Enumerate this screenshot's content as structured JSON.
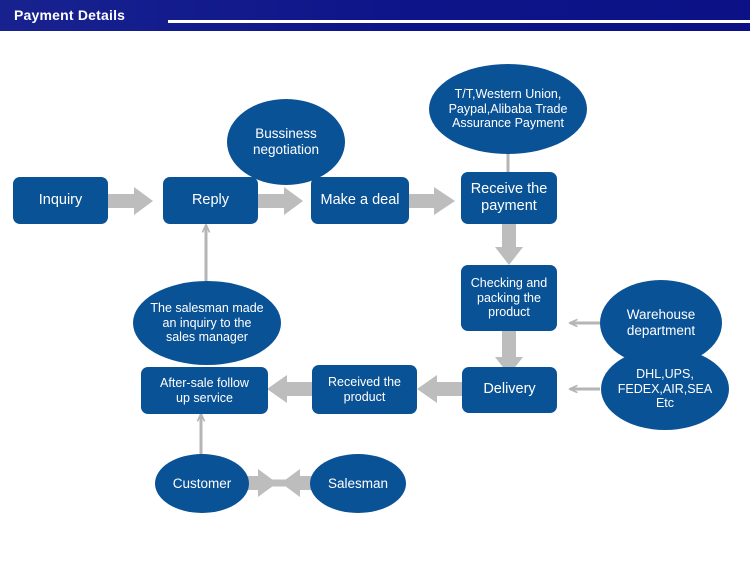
{
  "header": {
    "title": "Payment Details",
    "bar_color": "#0f1c8f",
    "rule_color": "#ffffff"
  },
  "theme": {
    "node_fill": "#0a5296",
    "node_text": "#ffffff",
    "arrow_color": "#bdbdbd",
    "thin_arrow_color": "#b5b5b5",
    "canvas_background": "#ffffff"
  },
  "diagram": {
    "type": "flowchart",
    "title": "Payment Details",
    "nodes": [
      {
        "id": "bussiness-negotiation",
        "shape": "ellipse",
        "label": "Bussiness\nnegotiation"
      },
      {
        "id": "payment-methods",
        "shape": "ellipse",
        "label": "T/T,Western Union,\nPaypal,Alibaba Trade\nAssurance Payment"
      },
      {
        "id": "inquiry",
        "shape": "box",
        "label": "Inquiry"
      },
      {
        "id": "reply",
        "shape": "box",
        "label": "Reply"
      },
      {
        "id": "make-a-deal",
        "shape": "box",
        "label": "Make a deal"
      },
      {
        "id": "receive-the-payment",
        "shape": "box",
        "label": "Receive the\npayment"
      },
      {
        "id": "salesman-inquiry",
        "shape": "ellipse",
        "label": "The salesman made\nan inquiry to the\nsales manager"
      },
      {
        "id": "checking-and-packing",
        "shape": "box",
        "label": "Checking and\npacking the\nproduct"
      },
      {
        "id": "warehouse-department",
        "shape": "ellipse",
        "label": "Warehouse\ndepartment"
      },
      {
        "id": "after-sale-service",
        "shape": "box",
        "label": "After-sale follow\nup service"
      },
      {
        "id": "received-the-product",
        "shape": "box",
        "label": "Received the\nproduct"
      },
      {
        "id": "delivery",
        "shape": "box",
        "label": "Delivery"
      },
      {
        "id": "shipping-methods",
        "shape": "ellipse",
        "label": "DHL,UPS,\nFEDEX,AIR,SEA\nEtc"
      },
      {
        "id": "customer",
        "shape": "ellipse",
        "label": "Customer"
      },
      {
        "id": "salesman",
        "shape": "ellipse",
        "label": "Salesman"
      }
    ],
    "edges": [
      {
        "from": "inquiry",
        "to": "reply",
        "style": "block",
        "direction": "right"
      },
      {
        "from": "reply",
        "to": "make-a-deal",
        "style": "block",
        "direction": "right"
      },
      {
        "from": "make-a-deal",
        "to": "receive-the-payment",
        "style": "block",
        "direction": "right"
      },
      {
        "from": "bussiness-negotiation",
        "to": "make-a-deal",
        "style": "thin",
        "direction": "down"
      },
      {
        "from": "payment-methods",
        "to": "receive-the-payment",
        "style": "thin",
        "direction": "down"
      },
      {
        "from": "salesman-inquiry",
        "to": "reply",
        "style": "thin",
        "direction": "up"
      },
      {
        "from": "receive-the-payment",
        "to": "checking-and-packing",
        "style": "block",
        "direction": "down"
      },
      {
        "from": "warehouse-department",
        "to": "checking-and-packing",
        "style": "thin",
        "direction": "left"
      },
      {
        "from": "checking-and-packing",
        "to": "delivery",
        "style": "block",
        "direction": "down"
      },
      {
        "from": "shipping-methods",
        "to": "delivery",
        "style": "thin",
        "direction": "left"
      },
      {
        "from": "delivery",
        "to": "received-the-product",
        "style": "block",
        "direction": "left"
      },
      {
        "from": "received-the-product",
        "to": "after-sale-service",
        "style": "block",
        "direction": "left"
      },
      {
        "from": "customer",
        "to": "after-sale-service",
        "style": "thin",
        "direction": "up"
      },
      {
        "from": "customer",
        "to": "salesman",
        "style": "block",
        "direction": "both"
      }
    ]
  }
}
